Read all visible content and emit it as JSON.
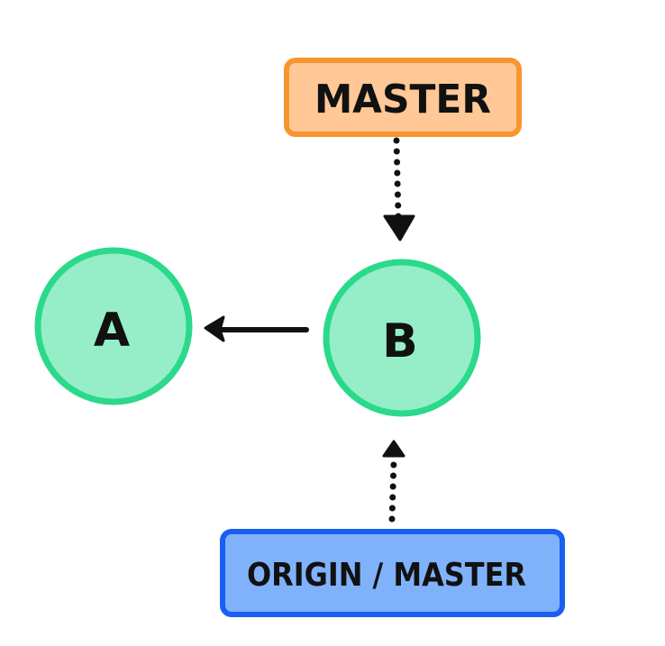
{
  "colors": {
    "commit_fill": "#95eec8",
    "commit_stroke": "#2bd98b",
    "local_branch_fill": "#ffc896",
    "local_branch_stroke": "#f7962e",
    "remote_branch_fill": "#80b2fb",
    "remote_branch_stroke": "#1a5ff2",
    "ink": "#111111"
  },
  "commits": [
    {
      "id": "A",
      "label": "A"
    },
    {
      "id": "B",
      "label": "B"
    }
  ],
  "branches": [
    {
      "id": "master",
      "label": "MASTER",
      "points_to": "B",
      "kind": "local"
    },
    {
      "id": "origin-master",
      "label": "ORIGIN / MASTER",
      "points_to": "B",
      "kind": "remote"
    }
  ],
  "edges": [
    {
      "from": "B",
      "to": "A",
      "style": "solid"
    },
    {
      "from": "master",
      "to": "B",
      "style": "dotted"
    },
    {
      "from": "origin-master",
      "to": "B",
      "style": "dotted"
    }
  ]
}
